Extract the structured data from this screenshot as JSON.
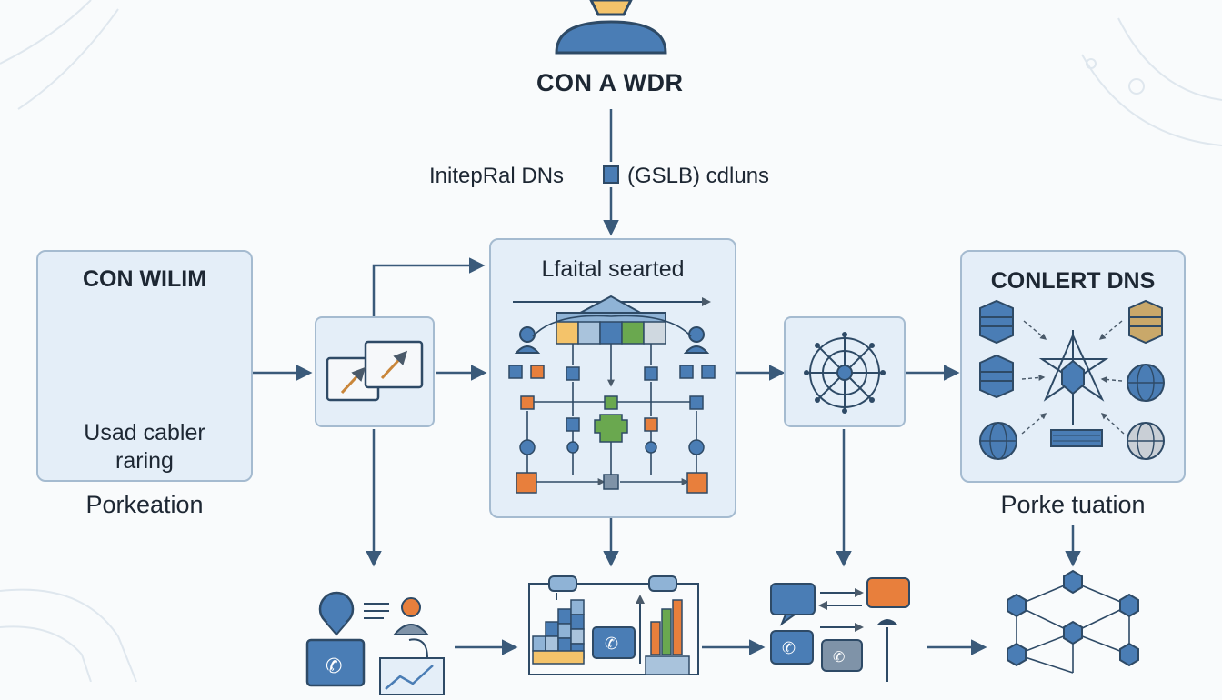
{
  "user": {
    "label": "CON A WDR",
    "icon": "user-icon"
  },
  "dns_step": {
    "label_left": "InitepRal DNs",
    "label_right": "(GSLB) cdluns",
    "icon": "dns-node-icon"
  },
  "left_panel": {
    "title": "CON WILIM",
    "text_line1": "Usad cabler",
    "text_line2": "raring",
    "icon": "house-icon",
    "caption": "Porkeation"
  },
  "center_panel": {
    "title": "Lfaital searted",
    "icon": "load-balancer-network-icon"
  },
  "right_panel": {
    "title": "CONLERT DNS",
    "caption": "Porke tuation",
    "icons": [
      "database-icon",
      "globe-icon",
      "server-bar-icon",
      "star-network-icon"
    ]
  },
  "colors": {
    "panel_fill": "#e4eef8",
    "panel_border": "#a5bbd0",
    "arrow": "#3a5a7a",
    "accent_blue": "#4a7db5",
    "accent_orange": "#e87f3c",
    "accent_green": "#6aa84f",
    "house_fill": "#f4c36a"
  }
}
